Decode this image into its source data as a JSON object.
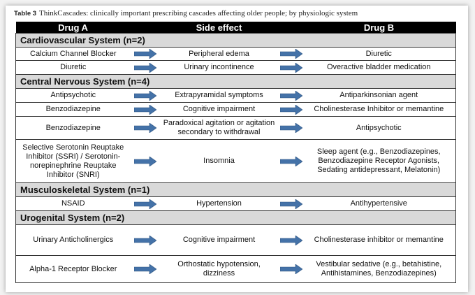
{
  "caption": {
    "label": "Table 3",
    "text": "ThinkCascades: clinically important prescribing cascades affecting older people; by physiologic system"
  },
  "headers": {
    "drug_a": "Drug A",
    "side_effect": "Side effect",
    "drug_b": "Drug B"
  },
  "colors": {
    "arrow": "#4472a8",
    "section_bg": "#d9d9d9",
    "header_bg": "#000000"
  },
  "sections": [
    {
      "title": "Cardiovascular System (n=2)",
      "rows": [
        {
          "a": "Calcium Channel Blocker",
          "s": "Peripheral edema",
          "b": "Diuretic"
        },
        {
          "a": "Diuretic",
          "s": "Urinary incontinence",
          "b": "Overactive bladder medication"
        }
      ]
    },
    {
      "title": "Central Nervous System (n=4)",
      "rows": [
        {
          "a": "Antipsychotic",
          "s": "Extrapyramidal symptoms",
          "b": "Antiparkinsonian agent"
        },
        {
          "a": "Benzodiazepine",
          "s": "Cognitive impairment",
          "b": "Cholinesterase Inhibitor or memantine"
        },
        {
          "a": "Benzodiazepine",
          "s": "Paradoxical agitation or agitation secondary to withdrawal",
          "b": "Antipsychotic"
        },
        {
          "a": "Selective Serotonin Reuptake Inhibitor (SSRI) / Serotonin-norepinephrine Reuptake Inhibitor (SNRI)",
          "s": "Insomnia",
          "b": "Sleep agent (e.g., Benzodiazepines, Benzodiazepine Receptor Agonists, Sedating antidepressant, Melatonin)"
        }
      ]
    },
    {
      "title": "Musculoskeletal System (n=1)",
      "rows": [
        {
          "a": "NSAID",
          "s": "Hypertension",
          "b": "Antihypertensive"
        }
      ]
    },
    {
      "title": "Urogenital System (n=2)",
      "rows": [
        {
          "a": "Urinary Anticholinergics",
          "s": "Cognitive impairment",
          "b": "Cholinesterase inhibitor or memantine"
        },
        {
          "a": "Alpha-1 Receptor Blocker",
          "s": "Orthostatic hypotension, dizziness",
          "b": "Vestibular sedative (e.g., betahistine, Antihistamines, Benzodiazepines)"
        }
      ]
    }
  ]
}
